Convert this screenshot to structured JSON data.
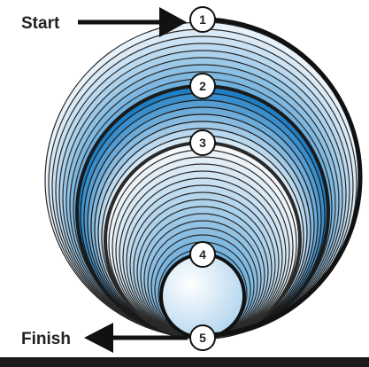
{
  "diagram": {
    "start_label": "Start",
    "finish_label": "Finish",
    "nodes": [
      "1",
      "2",
      "3",
      "4",
      "5"
    ],
    "colors": {
      "outline": "#111111",
      "light_blue": "#e8f2fa",
      "deep_blue": "#1f7fc4",
      "mid_blue": "#6fb0dd",
      "background": "#ffffff"
    }
  }
}
